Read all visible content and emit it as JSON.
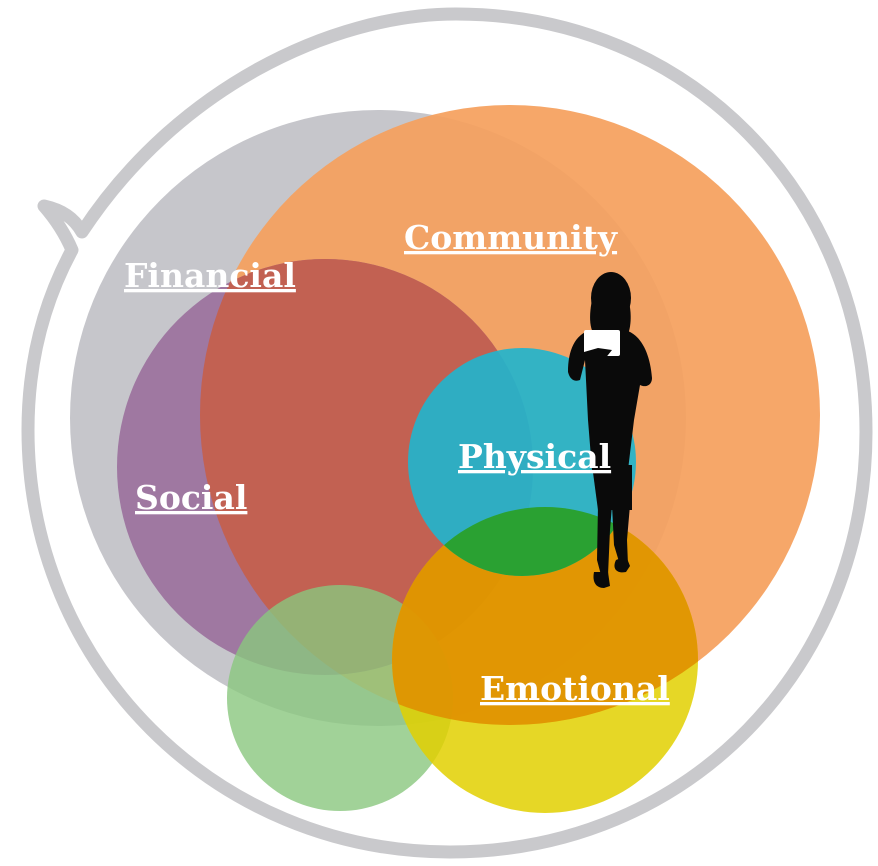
{
  "labels": {
    "financial": "Financial",
    "community": "Community",
    "social": "Social",
    "physical": "Physical",
    "emotional": "Emotional"
  },
  "colors": {
    "outline": "#c9c9cc",
    "financial": "#b9b9c0",
    "community": "#f5a05e",
    "social": "#9a6f9c",
    "overlap_financial_community": "#c4604e",
    "physical": "#23b4cc",
    "emotional": "#e0c800",
    "green": "#8ac77e",
    "silhouette": "#0a0a0a",
    "label": "#ffffff"
  },
  "icons": {
    "figure": "woman-silhouette-icon"
  }
}
